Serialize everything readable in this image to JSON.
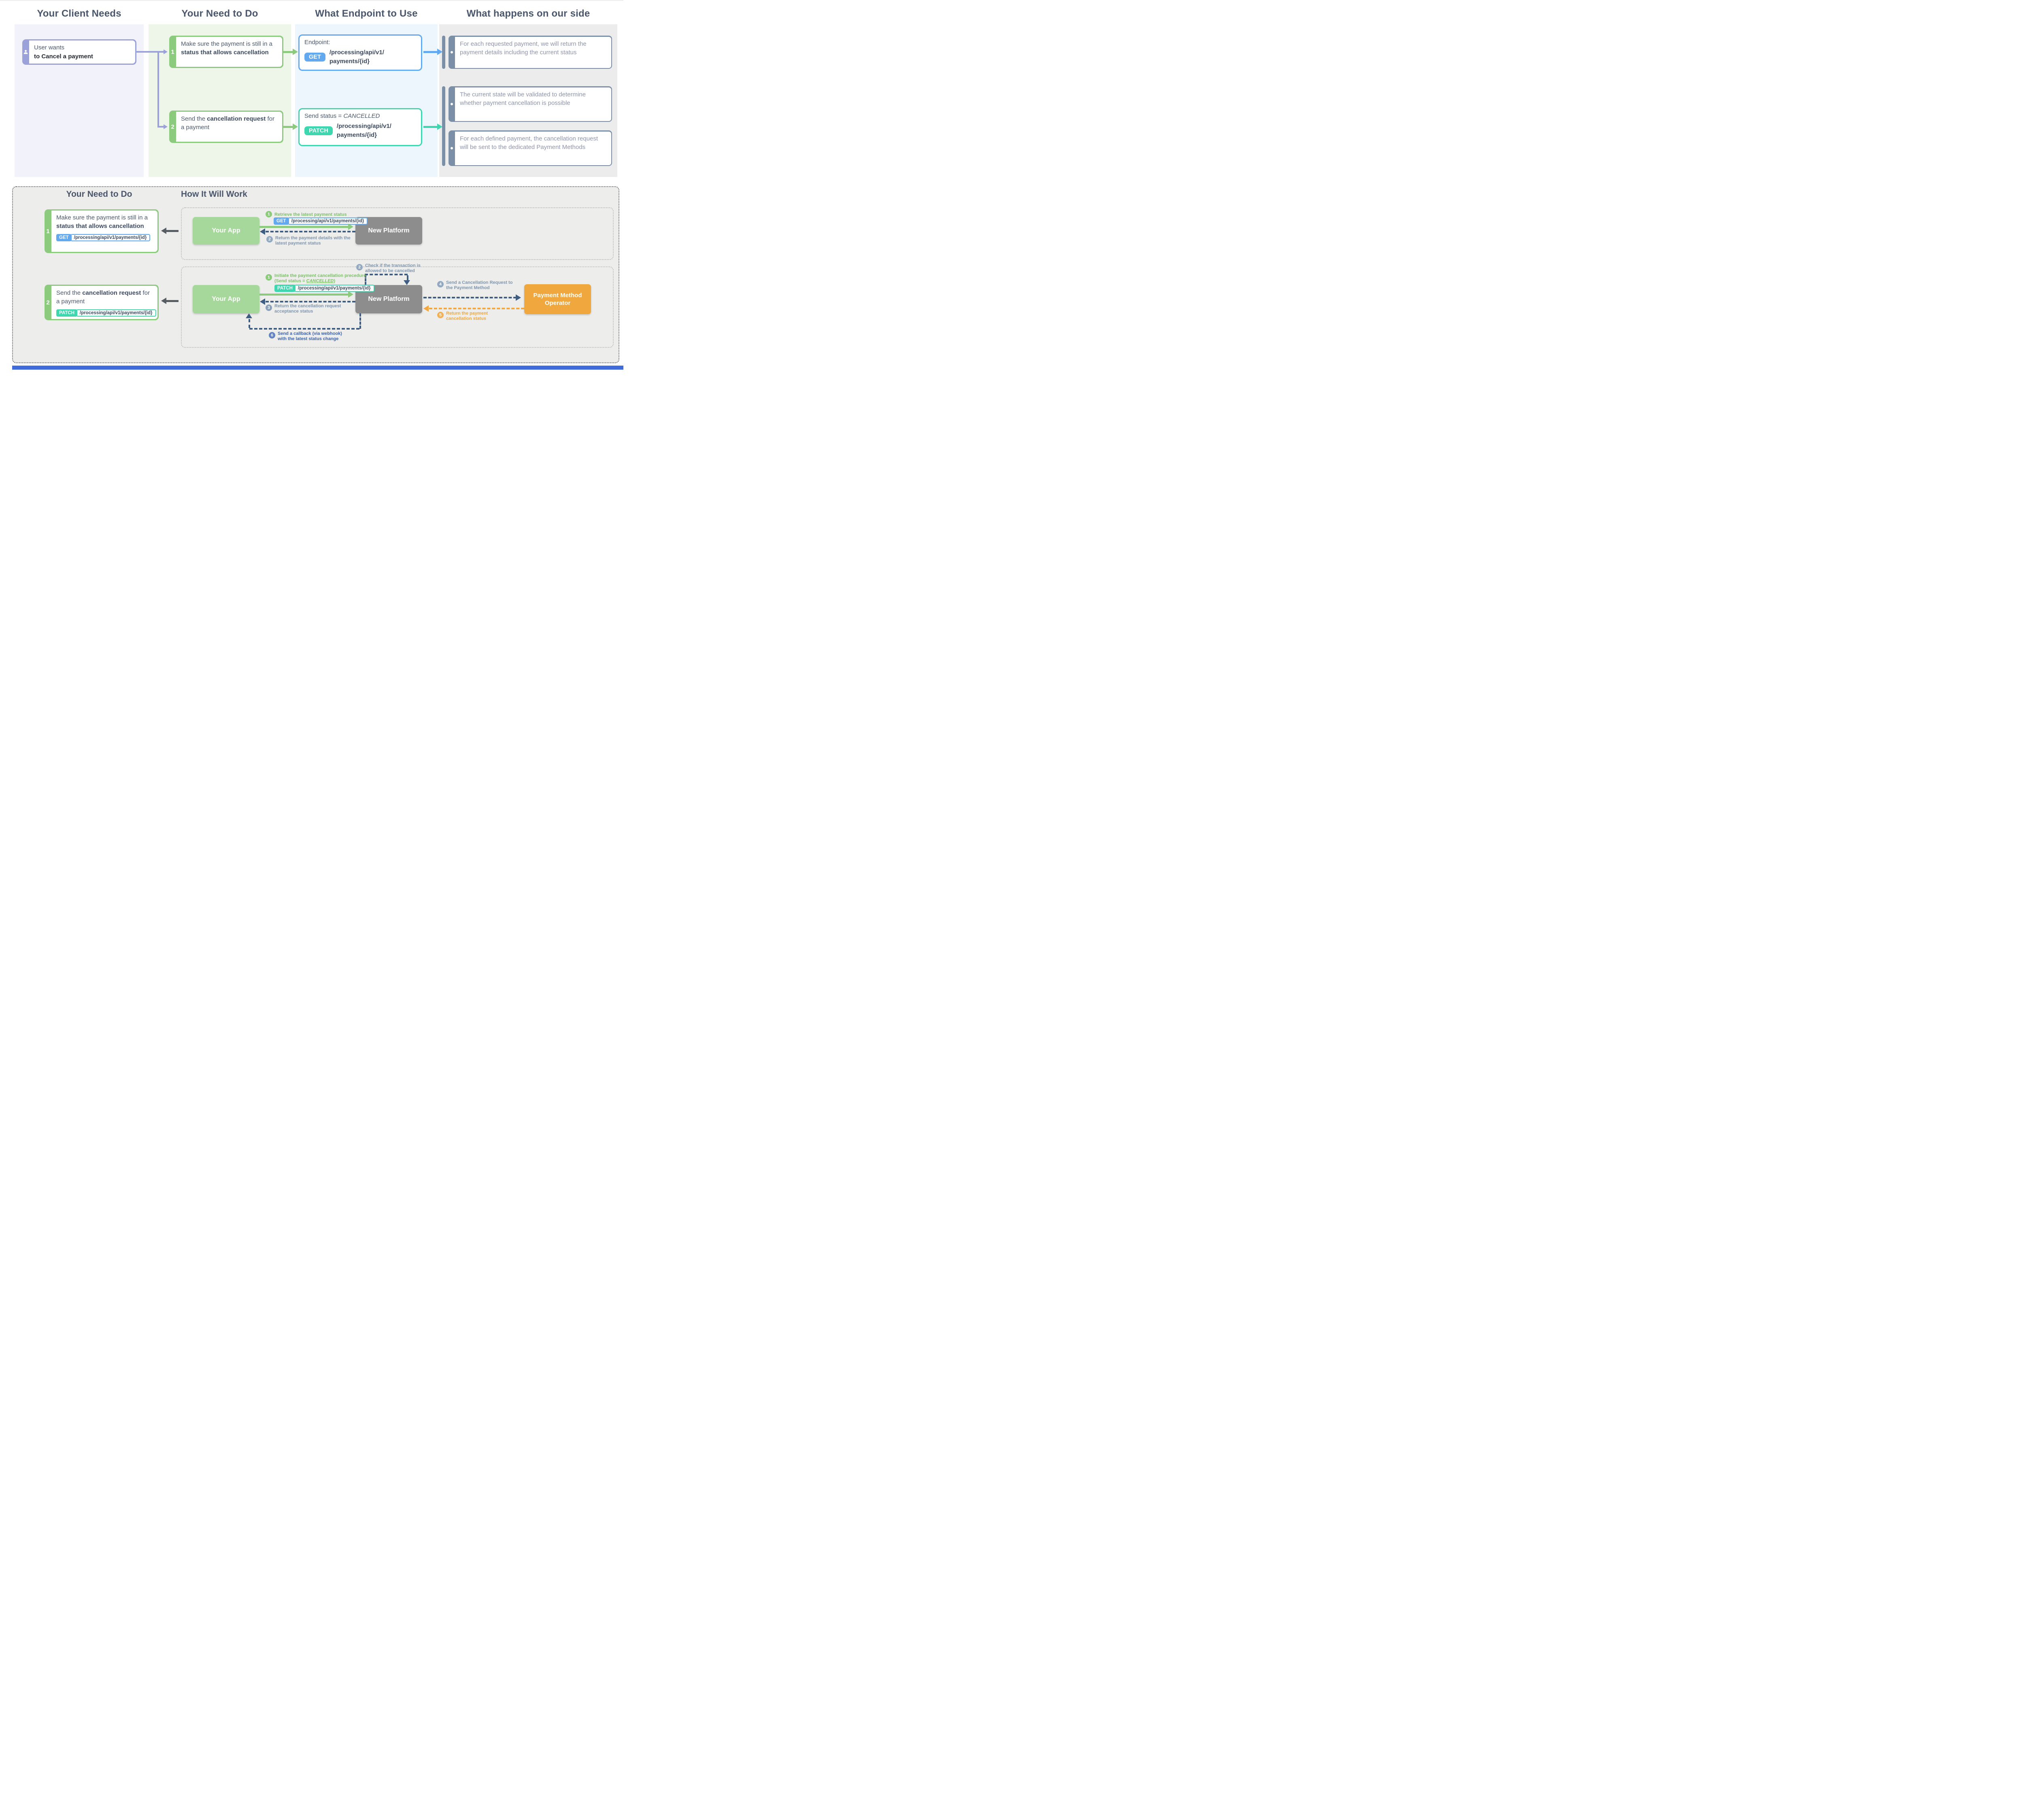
{
  "colors": {
    "purple": "#9ba2d9",
    "purple_bg": "#f1f2fa",
    "green": "#8cca7d",
    "green_bg": "#eef6ea",
    "blue": "#63a9f0",
    "blue_bg": "#edf5fd",
    "teal": "#3fd7b0",
    "slate": "#7b90a7",
    "slate_text": "#8e94ad",
    "gray_bg": "#ececec",
    "heading": "#49566b",
    "body_text": "#4b5970",
    "bold_text": "#3e4c63",
    "dark": "#262b33",
    "actor_green": "#a7d89b",
    "actor_gray": "#8d8d8d",
    "actor_orange": "#f0a73e",
    "navy": "#3e5d80",
    "ann_green": "#7cc167",
    "ann_slate": "#7e95ae",
    "ann_orange": "#f2a83e",
    "ann_blue": "#3c63b0",
    "circ_green": "#8ccb7c",
    "circ_gray": "#93a9c2",
    "circ_slate": "#8ba1b9",
    "circ_orange": "#f3b055",
    "circ_blue": "#6283c4",
    "dark_arrow": "#585d64",
    "panel_border": "#6a6a6a",
    "inner_border": "#bcbcbc",
    "footer": "#3f6cd8"
  },
  "top": {
    "headers": [
      "Your Client Needs",
      "Your Need to Do",
      "What Endpoint to Use",
      "What happens on our side"
    ],
    "client_card": {
      "line1": "User wants",
      "line2": "to Cancel a payment"
    },
    "step1": {
      "num": "1",
      "pre": "Make sure the payment is still in a ",
      "bold": "status that allows cancellation"
    },
    "step2": {
      "num": "2",
      "pre": "Send the ",
      "bold": "cancellation request",
      "post": " for a payment"
    },
    "endpoint1": {
      "label": "Endpoint:",
      "method": "GET",
      "path1": "/processing/api/v1/",
      "path2": "payments/{id}"
    },
    "endpoint2": {
      "label_pre": "Send status = ",
      "label_italic": "CANCELLED",
      "method": "PATCH",
      "path1": "/processing/api/v1/",
      "path2": "payments/{id}"
    },
    "outcome1": "For each requested payment, we will return the payment details including the current status",
    "outcome2": "The current state will be validated to determine whether payment cancellation is possible",
    "outcome3": "For each defined payment, the cancellation request will be sent to the dedicated Payment Methods"
  },
  "bottom": {
    "title_left": "Your Need to Do",
    "title_right": "How It Will Work",
    "card1": {
      "num": "1",
      "pre": "Make sure the payment is still in a ",
      "bold": "status that allows cancellation",
      "method": "GET",
      "path": "/processing/api/v1/payments/{id}"
    },
    "card2": {
      "num": "2",
      "pre": "Send the ",
      "bold": "cancellation request",
      "post": " for a payment",
      "method": "PATCH",
      "path": "/processing/api/v1/payments/{id}"
    },
    "flow1": {
      "your_app": "Your App",
      "new_platform": "New Platform",
      "s1": {
        "n": "1",
        "text": "Retrieve the latest payment status",
        "method": "GET",
        "path": "/processing/api/v1/payments/{id}"
      },
      "s2": {
        "n": "2",
        "line1": "Return the payment details with the",
        "line2": "latest payment status"
      }
    },
    "flow2": {
      "your_app": "Your App",
      "new_platform": "New Platform",
      "pmo_line1": "Payment Method",
      "pmo_line2": "Operator",
      "s1": {
        "n": "1",
        "line1": "Initiate the payment cancellation precedure",
        "line2_pre": "(Send status = ",
        "line2_italic": "CANCELLED",
        "line2_post": ")",
        "method": "PATCH",
        "path": "/processing/api/v1/payments/{id}"
      },
      "s2": {
        "n": "2",
        "line1": "Check if the transaction is",
        "line2": "allowed to be cancelled"
      },
      "s3": {
        "n": "3",
        "line1": "Return the cancellation request",
        "line2": "acceptance status"
      },
      "s4": {
        "n": "4",
        "line1": "Send a Cancellation Request to",
        "line2": "the Payment Method"
      },
      "s5": {
        "n": "5",
        "line1": "Return the payment",
        "line2": "cancellation status"
      },
      "s6": {
        "n": "6",
        "line1": "Send a callback (via webhook)",
        "line2": "with the latest status change"
      }
    }
  }
}
